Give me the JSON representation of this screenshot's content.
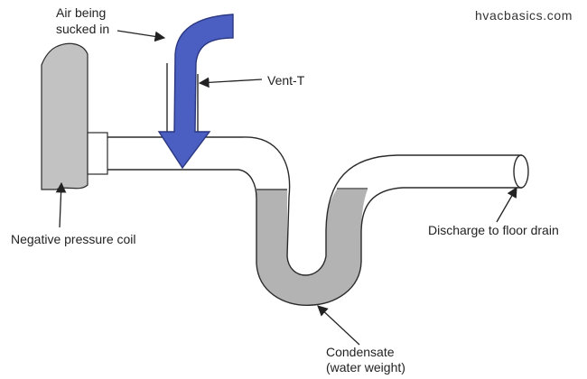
{
  "brand": "hvacbasics.com",
  "labels": {
    "air_line1": "Air being",
    "air_line2": "sucked in",
    "vent_t": "Vent-T",
    "coil": "Negative pressure coil",
    "discharge": "Discharge to floor drain",
    "condensate_line1": "Condensate",
    "condensate_line2": "(water weight)"
  },
  "colors": {
    "arrow_fill": "#4a5fc1",
    "arrow_stroke": "#2a3680",
    "water": "#b3b3b3",
    "coil": "#c2c2c2",
    "outline": "#2a2a2a"
  },
  "icons": {
    "air_flow": "down-arrow-icon"
  }
}
